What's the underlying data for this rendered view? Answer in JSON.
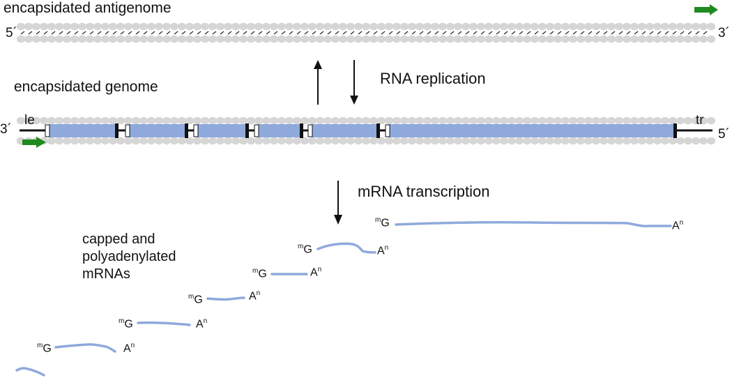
{
  "antigenome": {
    "label": "encapsidated antigenome",
    "end_left": "5´",
    "end_right": "3´"
  },
  "genome": {
    "label": "encapsidated genome",
    "end_left": "3´",
    "end_right": "5´",
    "leader": "le",
    "trailer": "tr"
  },
  "processes": {
    "replication": "RNA replication",
    "transcription": "mRNA transcription"
  },
  "mrnas": {
    "label_lines": [
      "capped and",
      "polyadenylated",
      "mRNAs"
    ],
    "cap_letter": "G",
    "cap_superscript": "m",
    "tail_letter": "A",
    "tail_superscript": "n"
  },
  "colors": {
    "gene_fill": "#8fa9dc",
    "mrna_stroke": "#8fa9dc",
    "nucleoprotein": "#d6d6d6",
    "arrow_green": "#1f8a1f",
    "junction": "#111111"
  }
}
